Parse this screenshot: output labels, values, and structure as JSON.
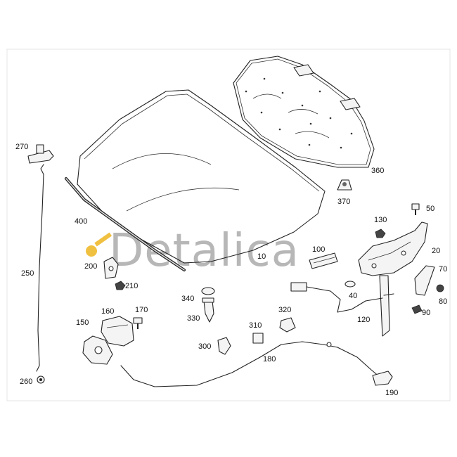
{
  "watermark": {
    "text": "Detalica",
    "key_color": "#f0c040",
    "text_color": "#b7b7b7"
  },
  "callouts": {
    "c10": "10",
    "c20": "20",
    "c40": "40",
    "c50": "50",
    "c70": "70",
    "c80": "80",
    "c90": "90",
    "c100": "100",
    "c120": "120",
    "c130": "130",
    "c150": "150",
    "c160": "160",
    "c170": "170",
    "c180": "180",
    "c190": "190",
    "c200": "200",
    "c210": "210",
    "c250": "250",
    "c260": "260",
    "c270": "270",
    "c300": "300",
    "c310": "310",
    "c320": "320",
    "c330": "330",
    "c340": "340",
    "c360": "360",
    "c370": "370",
    "c400": "400"
  },
  "parts": [
    {
      "ref": "10",
      "part": "hood-panel"
    },
    {
      "ref": "360",
      "part": "hood-insulation-mat"
    },
    {
      "ref": "400",
      "part": "hood-seal-strip"
    },
    {
      "ref": "250",
      "part": "hood-prop-rod"
    },
    {
      "ref": "270",
      "part": "prop-rod-holder"
    },
    {
      "ref": "260",
      "part": "prop-rod-grommet"
    },
    {
      "ref": "20",
      "part": "hood-hinge-right"
    },
    {
      "ref": "150",
      "part": "hood-lock-left"
    },
    {
      "ref": "180",
      "part": "release-cable"
    },
    {
      "ref": "190",
      "part": "release-handle"
    }
  ]
}
